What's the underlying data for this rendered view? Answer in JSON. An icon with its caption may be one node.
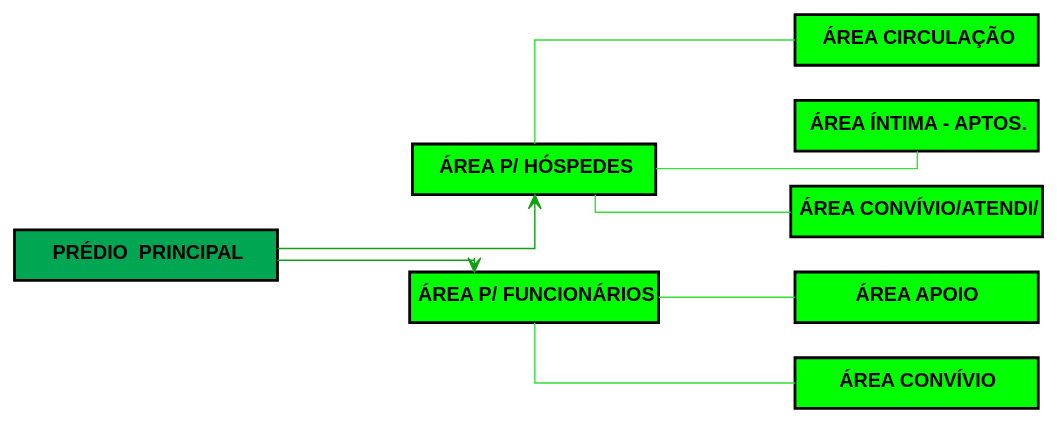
{
  "diagram": {
    "nodes": [
      {
        "text": [
          "PRÉDIO  PRINCIPAL"
        ]
      },
      {
        "text": [
          "ÁREA P/ HÓSPEDES"
        ]
      },
      {
        "text": [
          "ÁREA P/ FUNCIONÁRIOS"
        ]
      },
      {
        "text": [
          "ÁREA CIRCULAÇÃO"
        ]
      },
      {
        "text": [
          "ÁREA ÍNTIMA - APTOS."
        ]
      },
      {
        "text": [
          "ÁREA CONVÍVIO/ATENDI/"
        ]
      },
      {
        "text": [
          "ÁREA APOIO"
        ]
      },
      {
        "text": [
          "ÁREA CONVÍVIO"
        ]
      }
    ],
    "edges": [
      {
        "from": 0,
        "to": 1,
        "arrow": "to",
        "color": "#12a012"
      },
      {
        "from": 0,
        "to": 2,
        "arrow": "to",
        "color": "#12a012"
      },
      {
        "from": 1,
        "to": 3,
        "arrow": "none"
      },
      {
        "from": 1,
        "to": 4,
        "arrow": "none"
      },
      {
        "from": 1,
        "to": 5,
        "arrow": "none"
      },
      {
        "from": 2,
        "to": 6,
        "arrow": "none"
      },
      {
        "from": 2,
        "to": 7,
        "arrow": "none"
      }
    ]
  }
}
